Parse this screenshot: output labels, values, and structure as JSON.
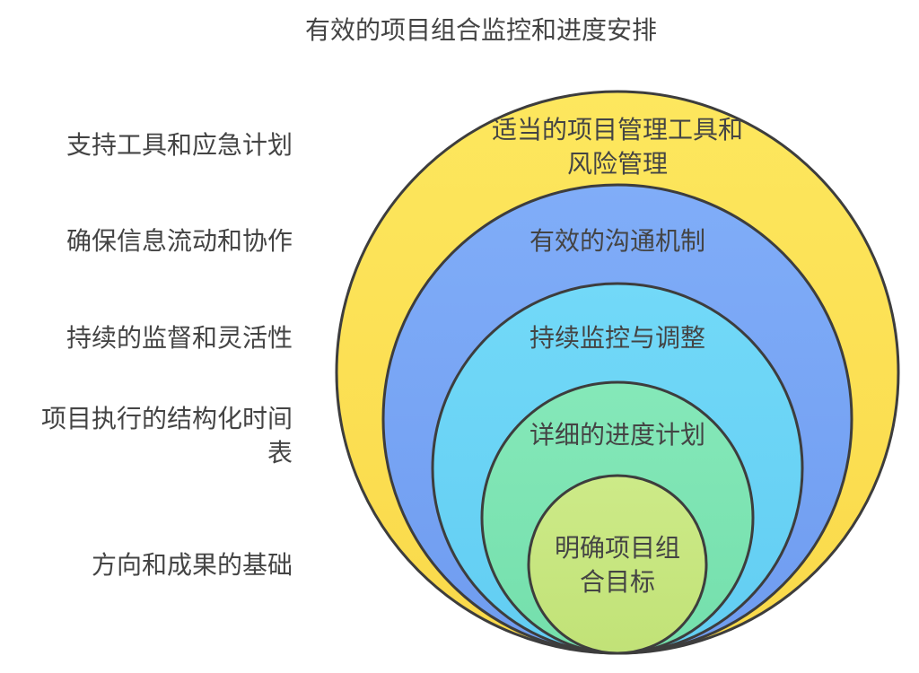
{
  "title": "有效的项目组合监控和进度安排",
  "colors": {
    "outline": "#3d3d3d",
    "text": "#444444",
    "layer_yellow": "#fde35a",
    "layer_blue": "#7da9f7",
    "layer_cyan": "#6fd6f6",
    "layer_green": "#80e6b5",
    "layer_lime": "#c9e882"
  },
  "layers": [
    {
      "label": "适当的项目管理工具和\n风险管理",
      "description": "支持工具和应急计划"
    },
    {
      "label": "有效的沟通机制",
      "description": "确保信息流动和协作"
    },
    {
      "label": "持续监控与调整",
      "description": "持续的监督和灵活性"
    },
    {
      "label": "详细的进度计划",
      "description": "项目执行的结构化时间\n表"
    },
    {
      "label": "明确项目组\n合目标",
      "description": "方向和成果的基础"
    }
  ]
}
